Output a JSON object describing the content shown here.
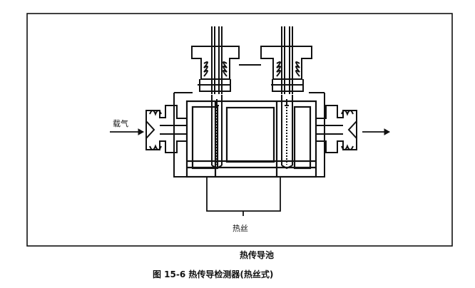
{
  "labels": {
    "inlet": "载气",
    "filament": "热丝",
    "cell_name": "热传导池",
    "figure_caption": "图 15-6   热传导检测器(热丝式)"
  },
  "colors": {
    "ink": "#111111",
    "paper": "#ffffff"
  },
  "icons": {
    "inlet_arrow": "arrow-right-icon",
    "outlet_arrow": "arrow-right-icon"
  }
}
